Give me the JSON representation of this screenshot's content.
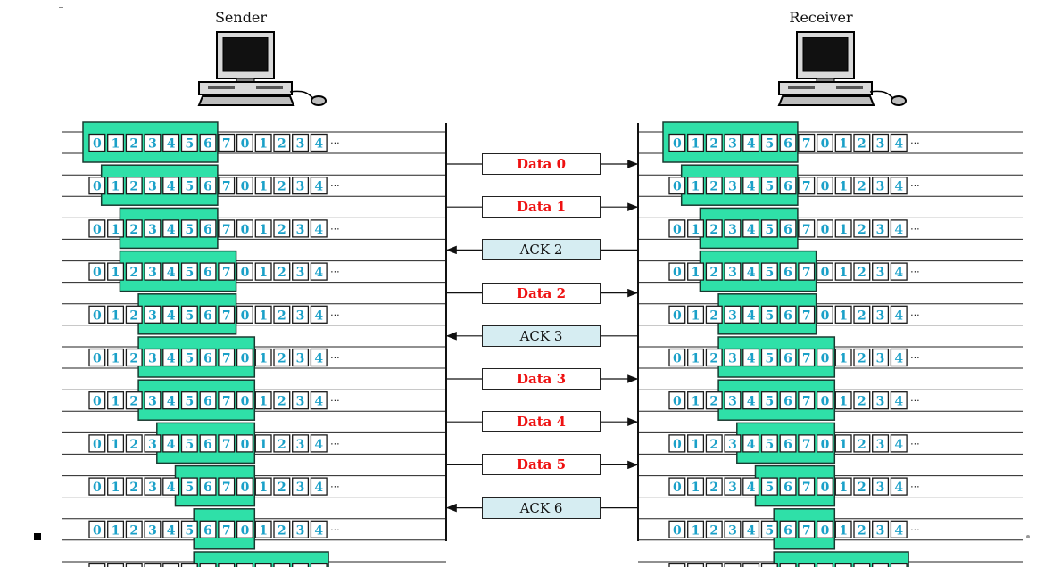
{
  "sender_label": "Sender",
  "receiver_label": "Receiver",
  "sequence_labels": [
    "0",
    "1",
    "2",
    "3",
    "4",
    "5",
    "6",
    "7",
    "0",
    "1",
    "2",
    "3",
    "4"
  ],
  "ellipsis": "···",
  "colors": {
    "window": "#2fe0a8",
    "window_border": "#1a3a30",
    "cell_number": "#1aa0c8",
    "data_text": "#ee1111",
    "ack_fill": "#d6edf2",
    "line": "#222222"
  },
  "sender_windows": [
    [
      0,
      6
    ],
    [
      1,
      6
    ],
    [
      2,
      6
    ],
    [
      2,
      7
    ],
    [
      3,
      7
    ],
    [
      3,
      8
    ],
    [
      3,
      8
    ],
    [
      4,
      8
    ],
    [
      5,
      8
    ],
    [
      6,
      8
    ],
    [
      6,
      12
    ]
  ],
  "receiver_windows": [
    [
      0,
      6
    ],
    [
      1,
      6
    ],
    [
      2,
      6
    ],
    [
      2,
      7
    ],
    [
      3,
      7
    ],
    [
      3,
      8
    ],
    [
      3,
      8
    ],
    [
      4,
      8
    ],
    [
      5,
      8
    ],
    [
      6,
      8
    ],
    [
      6,
      12
    ]
  ],
  "messages": [
    {
      "label": "Data 0",
      "kind": "data",
      "direction": "to-receiver"
    },
    {
      "label": "Data 1",
      "kind": "data",
      "direction": "to-receiver"
    },
    {
      "label": "ACK 2",
      "kind": "ack",
      "direction": "to-sender"
    },
    {
      "label": "Data 2",
      "kind": "data",
      "direction": "to-receiver"
    },
    {
      "label": "ACK 3",
      "kind": "ack",
      "direction": "to-sender"
    },
    {
      "label": "Data 3",
      "kind": "data",
      "direction": "to-receiver"
    },
    {
      "label": "Data 4",
      "kind": "data",
      "direction": "to-receiver"
    },
    {
      "label": "Data 5",
      "kind": "data",
      "direction": "to-receiver"
    },
    {
      "label": "ACK 6",
      "kind": "ack",
      "direction": "to-sender"
    }
  ]
}
